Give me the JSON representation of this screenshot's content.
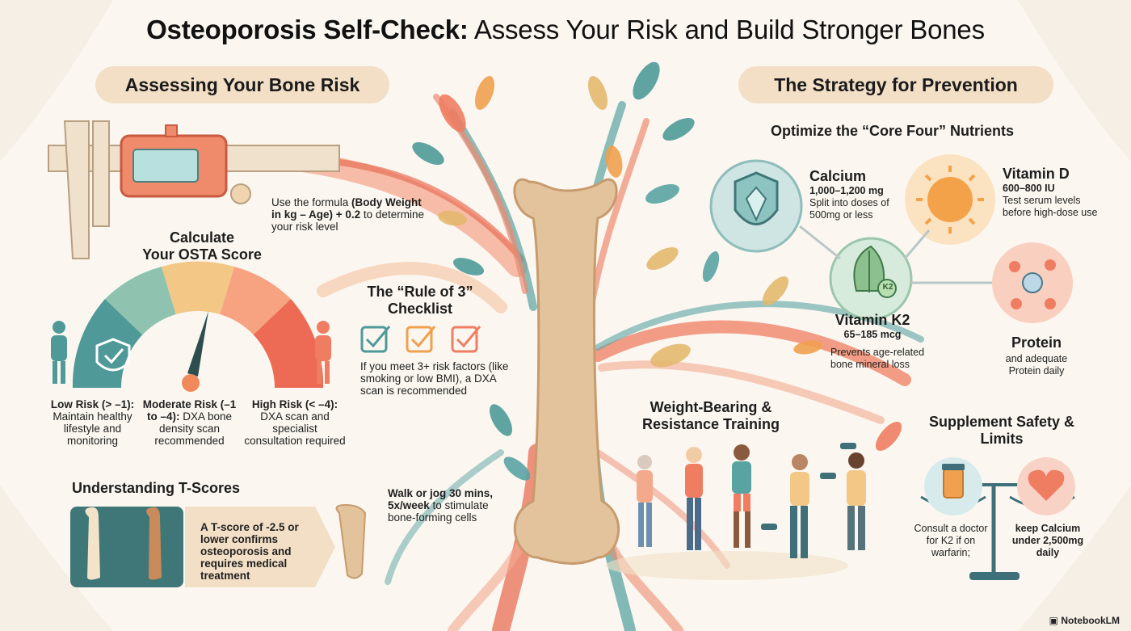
{
  "title": {
    "bold": "Osteoporosis Self-Check:",
    "rest": " Assess Your Risk and Build Stronger Bones"
  },
  "left_section": {
    "heading": "Assessing Your Bone Risk",
    "osta": {
      "heading_line1": "Calculate",
      "heading_line2": "Your OSTA Score",
      "formula_pre": "Use the formula ",
      "formula_bold": "(Body Weight in kg – Age) + 0.2",
      "formula_post": " to determine your risk level"
    },
    "risk_levels": [
      {
        "label": "Low Risk (> –1):",
        "desc": "Maintain healthy lifestyle and monitoring"
      },
      {
        "label": "Moderate Risk (–1 to –4):",
        "desc": "DXA bone density scan recommended"
      },
      {
        "label": "High Risk (< –4):",
        "desc": "DXA scan and specialist consultation required"
      }
    ],
    "rule_of_3": {
      "heading": "The “Rule of 3” Checklist",
      "text": "If you meet 3+ risk factors (like smoking or low BMI), a DXA scan is recommended"
    },
    "tscores": {
      "heading": "Understanding T-Scores",
      "text": "A T-score of -2.5 or lower confirms osteoporosis and requires medical treatment"
    },
    "walk": {
      "bold": "Walk or jog 30 mins, 5x/week",
      "rest": " to stimulate bone-forming cells"
    }
  },
  "right_section": {
    "heading": "The Strategy for Prevention",
    "nutrients_heading": "Optimize the “Core Four” Nutrients",
    "nutrients": [
      {
        "name": "Calcium",
        "dose": "1,000–1,200 mg",
        "desc": "Split into doses of 500mg or less"
      },
      {
        "name": "Vitamin D",
        "dose": "600–800 IU",
        "desc": "Test serum levels before high-dose use"
      },
      {
        "name": "Vitamin K2",
        "dose": "65–185 mcg",
        "desc": "Prevents age-related bone mineral loss"
      },
      {
        "name": "Protein",
        "dose": "",
        "desc": "and adequate Protein daily"
      }
    ],
    "k2_badge": "K2",
    "training_heading": "Weight-Bearing & Resistance Training",
    "safety": {
      "heading": "Supplement Safety & Limits",
      "left_text": "Consult a doctor for K2 if on warfarin;",
      "right_bold": "keep Calcium under 2,500mg daily"
    }
  },
  "brand": "NotebookLM",
  "colors": {
    "accent_teal": "#4f9a99",
    "accent_coral": "#ef7d62",
    "accent_orange": "#f0a04e",
    "pill_bg": "#f2dfc6",
    "bone": "#e3c39c"
  }
}
